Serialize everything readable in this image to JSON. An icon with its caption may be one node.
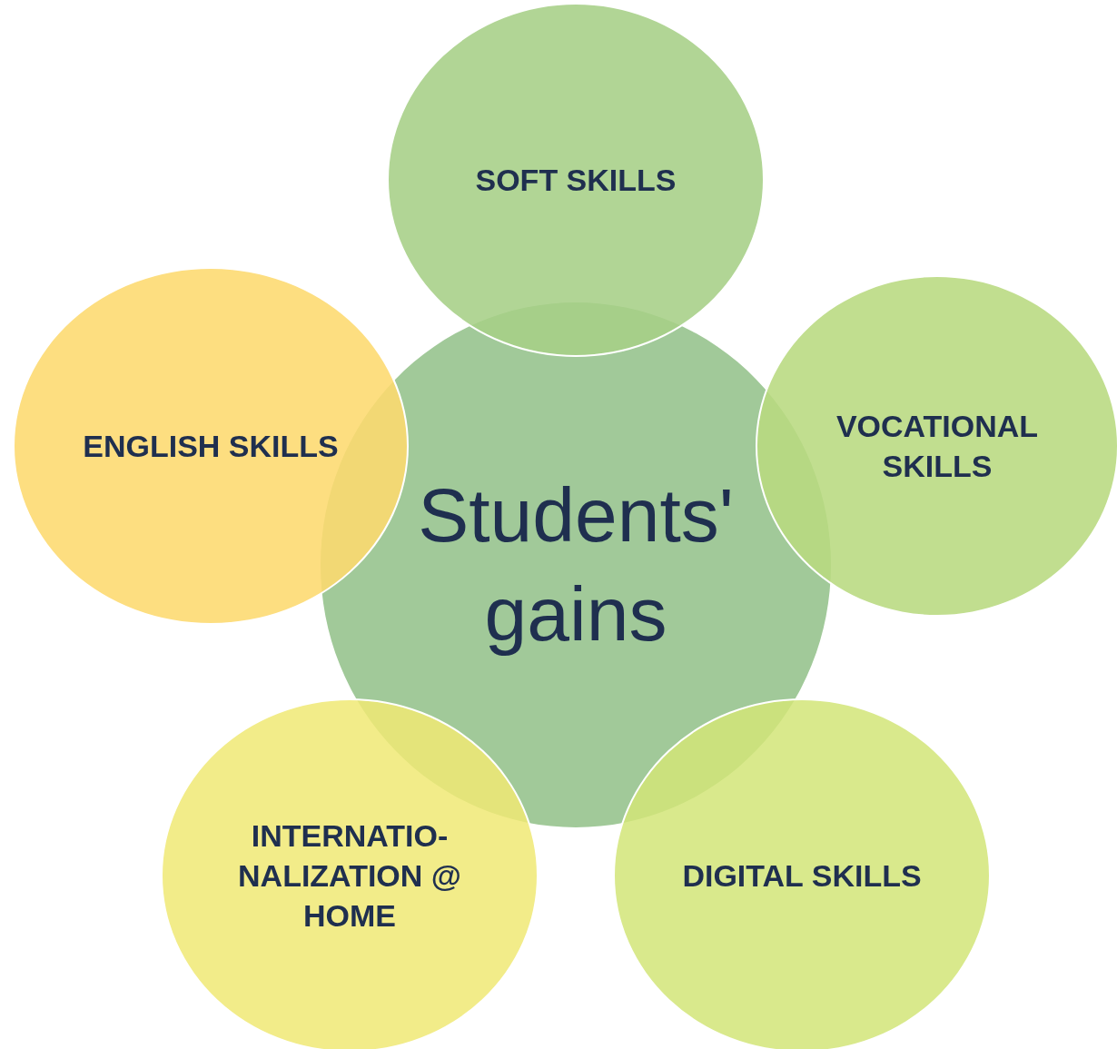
{
  "diagram": {
    "nodes": [
      {
        "text": [
          "SOFT SKILLS"
        ]
      },
      {
        "text": [
          "ENGLISH SKILLS"
        ]
      },
      {
        "text": [
          "VOCATIONAL SKILLS"
        ]
      },
      {
        "text": [
          "Students' gains"
        ]
      },
      {
        "text": [
          "INTERNATIO- NALIZATION @ HOME"
        ]
      },
      {
        "text": [
          "DIGITAL SKILLS"
        ]
      }
    ]
  }
}
